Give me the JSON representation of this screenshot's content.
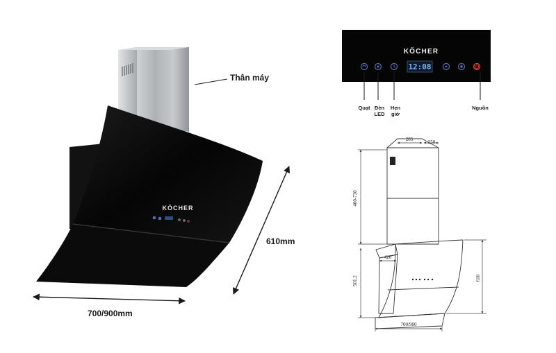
{
  "product": {
    "brand": "KÖCHER",
    "callout_body": "Thân máy",
    "dim_height": "610mm",
    "dim_width": "700/900mm"
  },
  "control_panel": {
    "brand": "KÖCHER",
    "clock": "12:08",
    "labels": {
      "fan": "Quạt",
      "led_line1": "Đèn",
      "led_line2": "LED",
      "timer_line1": "Hẹn",
      "timer_line2": "giờ",
      "power": "Nguồn"
    }
  },
  "technical_drawing": {
    "dim_top_width": "285",
    "dim_top_depth": "250",
    "dim_chimney_height": "400-730",
    "dim_hood_depth": "420",
    "dim_lower_height": "501.2",
    "dim_front_height": "610",
    "dim_bottom_width": "700/900"
  },
  "colors": {
    "glass": "#0a0a0a",
    "steel": "#b9bcbf",
    "lcd": "#7fb6ff",
    "power_icon": "#e0483d",
    "panel_icon": "#5a6fb0"
  }
}
